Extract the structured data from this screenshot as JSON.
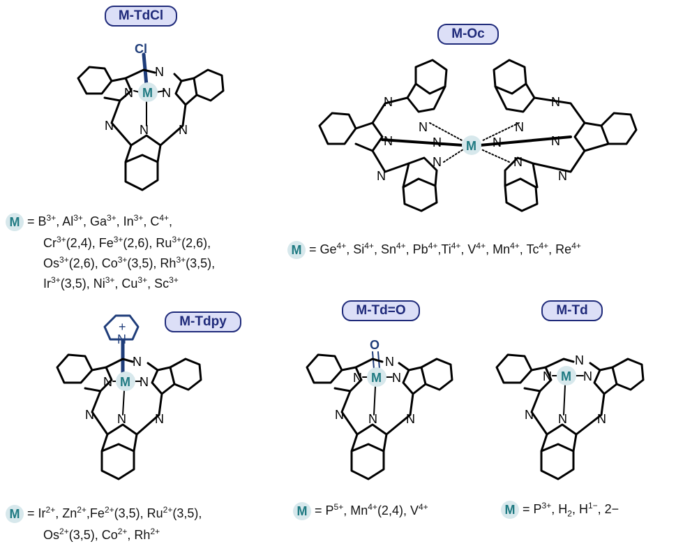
{
  "labels": {
    "tdcl": "M-TdCl",
    "oc": "M-Oc",
    "tdpy": "M-Tdpy",
    "tdo": "M-Td=O",
    "td": "M-Td"
  },
  "atoms": {
    "metal": "M",
    "nitrogen": "N",
    "chlorine": "Cl",
    "oxygen": "O",
    "pyridinium_n": "N",
    "plus": "+"
  },
  "lists": {
    "tdcl_lines": [
      "= B3+,  Al3+,  Ga3+,  In3+,  C4+,",
      "Cr3+(2,4),  Fe3+(2,6),  Ru3+(2,6),",
      "Os3+(2,6), Co3+(3,5), Rh3+(3,5),",
      "Ir3+(3,5), Ni3+, Cu3+, Sc3+"
    ],
    "oc_line": "= Ge4+, Si4+, Sn4+, Pb4+,Ti4+, V4+, Mn4+, Tc4+, Re4+",
    "tdpy_lines": [
      "= Ir2+, Zn2+,Fe2+(3,5), Ru2+(3,5),",
      "Os2+(3,5), Co2+, Rh2+"
    ],
    "tdo_line": "= P5+, Mn4+(2,4), V4+",
    "td_line": "= P3+, H2, H1−, 2−"
  }
}
